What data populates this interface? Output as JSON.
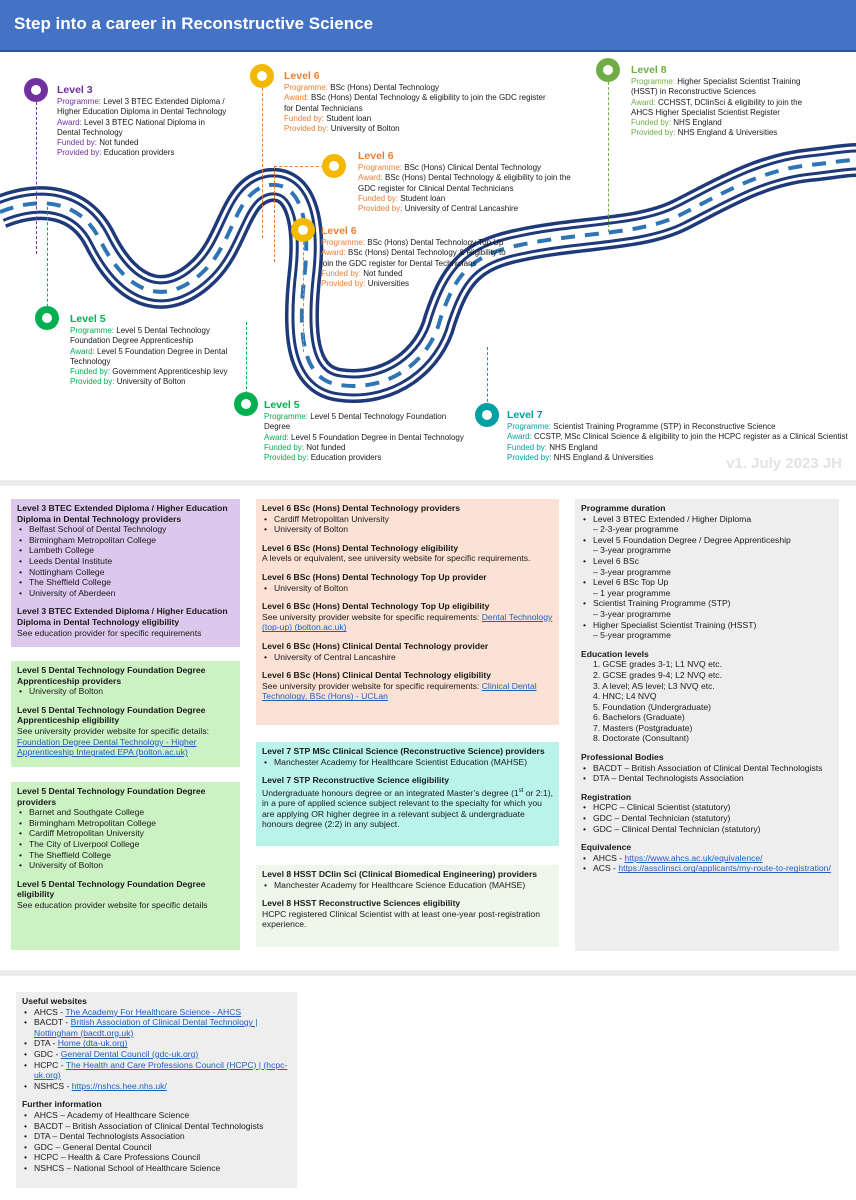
{
  "header": {
    "title": "Step into a career in Reconstructive Science"
  },
  "milestones": {
    "l3": {
      "level": "Level 3",
      "programme_k": "Programme:",
      "programme": "Level 3 BTEC Extended Diploma / Higher Education Diploma in Dental Technology",
      "award_k": "Award:",
      "award": "Level 3 BTEC National Diploma in Dental Technology",
      "funded_k": "Funded by:",
      "funded": "Not funded",
      "provided_k": "Provided by:",
      "provided": "Education providers",
      "color": "#7030a0"
    },
    "l6a": {
      "level": "Level 6",
      "programme_k": "Programme:",
      "programme": "BSc (Hons) Dental Technology",
      "award_k": "Award:",
      "award": "BSc (Hons) Dental Technology & eligibility to join the GDC register for Dental Technicians",
      "funded_k": "Funded by:",
      "funded": "Student loan",
      "provided_k": "Provided by:",
      "provided": "University of Bolton",
      "color": "#ed7d31"
    },
    "l8": {
      "level": "Level 8",
      "programme_k": "Programme:",
      "programme": "Higher Specialist Scientist Training (HSST) in Reconstructive Sciences",
      "award_k": "Award:",
      "award": "CCHSST, DClinSci & eligibility to join the AHCS Higher Specialist Scientist Register",
      "funded_k": "Funded by:",
      "funded": "NHS England",
      "provided_k": "Provided by:",
      "provided": "NHS England & Universities",
      "color": "#70ad47"
    },
    "l6b": {
      "level": "Level 6",
      "programme_k": "Programme:",
      "programme": "BSc (Hons) Clinical Dental Technology",
      "award_k": "Award:",
      "award": "BSc (Hons) Dental Technology & eligibility to join the GDC register for Clinical Dental Technicians",
      "funded_k": "Funded by:",
      "funded": "Student loan",
      "provided_k": "Provided by:",
      "provided": "University of Central Lancashire",
      "color": "#ed7d31"
    },
    "l6c": {
      "level": "Level 6",
      "programme_k": "Programme:",
      "programme": "BSc (Hons) Dental Technology Top Up",
      "award_k": "Award:",
      "award": "BSc (Hons) Dental Technology & eligibility to join the GDC register for Dental Technicians",
      "funded_k": "Funded by:",
      "funded": "Not funded",
      "provided_k": "Provided by:",
      "provided": "Universities",
      "color": "#ed7d31"
    },
    "l5a": {
      "level": "Level 5",
      "programme_k": "Programme:",
      "programme": "Level 5 Dental Technology Foundation Degree Apprenticeship",
      "award_k": "Award:",
      "award": "Level 5 Foundation Degree in Dental Technology",
      "funded_k": "Funded by:",
      "funded": "Government Apprenticeship levy",
      "provided_k": "Provided by:",
      "provided": "University of Bolton",
      "color": "#00b050"
    },
    "l5b": {
      "level": "Level 5",
      "programme_k": "Programme:",
      "programme": "Level 5 Dental Technology Foundation Degree",
      "award_k": "Award:",
      "award": "Level 5 Foundation Degree in Dental Technology",
      "funded_k": "Funded by:",
      "funded": "Not funded",
      "provided_k": "Provided by:",
      "provided": "Education providers",
      "color": "#00b050"
    },
    "l7": {
      "level": "Level 7",
      "programme_k": "Programme:",
      "programme": "Scientist Training Programme (STP) in Reconstructive Science",
      "award_k": "Award:",
      "award": "CCSTP, MSc Clinical Science & eligibility to join the HCPC register as a Clinical Scientist",
      "funded_k": "Funded by:",
      "funded": "NHS England",
      "provided_k": "Provided by:",
      "provided": "NHS England & Universities",
      "color": "#00a0a0"
    }
  },
  "version": "v1. July 2023  JH",
  "purple_box": {
    "h1": "Level 3 BTEC Extended Diploma / Higher Education Diploma in Dental Technology providers",
    "providers": [
      "Belfast School of Dental Technology",
      "Birmingham Metropolitan College",
      "Lambeth College",
      "Leeds Dental Institute",
      "Nottingham College",
      "The Sheffield College",
      "University of Aberdeen"
    ],
    "h2": "Level 3 BTEC Extended Diploma / Higher Education Diploma in Dental Technology eligibility",
    "p2": "See education provider for specific requirements"
  },
  "green_box1": {
    "h1": "Level 5 Dental Technology Foundation Degree Apprenticeship providers",
    "providers": [
      "University of Bolton"
    ],
    "h2": "Level 5 Dental Technology Foundation Degree Apprenticeship eligibility",
    "p2": "See university provider website for specific details:",
    "link": "Foundation Degree Dental Technology - Higher Apprenticeship Integrated EPA (bolton.ac.uk)"
  },
  "green_box2": {
    "h1": "Level 5 Dental Technology Foundation Degree providers",
    "providers": [
      "Barnet and Southgate College",
      "Birmingham Metropolitan College",
      "Cardiff Metropolitan University",
      "The City of Liverpool College",
      "The Sheffield College",
      "University of Bolton"
    ],
    "h2": "Level 5 Dental Technology Foundation Degree eligibility",
    "p2": "See education provider website for specific details"
  },
  "orange_box": {
    "h1": "Level 6 BSc (Hons) Dental Technology providers",
    "p1": [
      "Cardiff Metropolitan University",
      "University of Bolton"
    ],
    "h2": "Level 6 BSc (Hons) Dental Technology eligibility",
    "p2": "A levels or equivalent, see university website for specific requirements.",
    "h3": "Level 6 BSc (Hons) Dental Technology Top Up provider",
    "p3": [
      "University of Bolton"
    ],
    "h4": "Level 6 BSc (Hons) Dental Technology Top Up eligibility",
    "p4": "See university provider website for specific requirements:",
    "link4": "Dental Technology (top-up) (bolton.ac.uk)",
    "h5": "Level 6 BSc (Hons) Clinical Dental Technology provider",
    "p5": [
      "University of Central Lancashire"
    ],
    "h6": "Level 6 BSc (Hons) Clinical Dental Technology eligibility",
    "p6": "See university provider website for specific requirements:",
    "link6": "Clinical Dental Technology, BSc (Hons) - UCLan"
  },
  "teal_box": {
    "h1": "Level 7 STP MSc Clinical Science (Reconstructive Science) providers",
    "p1": [
      "Manchester Academy for Healthcare Scientist Education (MAHSE)"
    ],
    "h2": "Level 7 STP Reconstructive Science eligibility",
    "p2a": "Undergraduate honours degree or an integrated Master’s degree (1",
    "sup1": "st",
    "p2b": " or 2:1), in a pure of applied science subject relevant to the specialty for which you are applying OR higher degree in a relevant subject & undergraduate honours degree (2:2) in any subject."
  },
  "lightgreen_box": {
    "h1": "Level 8 HSST DClin Sci (Clinical Biomedical Engineering) providers",
    "p1": [
      "Manchester Academy for Healthcare Science Education (MAHSE)"
    ],
    "h2": "Level 8 HSST Reconstructive Sciences eligibility",
    "p2": "HCPC registered Clinical Scientist with at least one-year post-registration experience."
  },
  "grey_box": {
    "h_duration": "Programme duration",
    "duration": [
      {
        "name": "Level 3 BTEC Extended / Higher Diploma",
        "dur": "– 2-3-year programme"
      },
      {
        "name": "Level 5 Foundation Degree / Degree Apprenticeship",
        "dur": "– 3-year programme"
      },
      {
        "name": "Level 6 BSc",
        "dur": "– 3-year programme"
      },
      {
        "name": "Level 6 BSc Top Up",
        "dur": "– 1 year programme"
      },
      {
        "name": "Scientist Training Programme (STP)",
        "dur": "– 3-year programme"
      },
      {
        "name": "Higher Specialist Scientist Training (HSST)",
        "dur": "– 5-year programme"
      }
    ],
    "h_levels": "Education levels",
    "levels": [
      "1.   GCSE grades 3-1; L1 NVQ etc.",
      "2.   GCSE grades 9-4; L2 NVQ etc.",
      "3.   A level; AS level; L3 NVQ etc.",
      "4.   HNC; L4 NVQ",
      "5.   Foundation (Undergraduate)",
      "6.   Bachelors (Graduate)",
      "7.   Masters (Postgraduate)",
      "8.   Doctorate (Consultant)"
    ],
    "h_bodies": "Professional Bodies",
    "bodies": [
      "BACDT – British Association of Clinical Dental Technologists",
      "DTA – Dental Technologists Association"
    ],
    "h_registration": "Registration",
    "registration": [
      "HCPC – Clinical Scientist (statutory)",
      "GDC – Dental Technician (statutory)",
      "GDC – Clinical Dental Technician (statutory)"
    ],
    "h_equivalence": "Equivalence",
    "eq1_pre": "AHCS - ",
    "eq1_link": "https://www.ahcs.ac.uk/equivalence/",
    "eq2_pre": "ACS - ",
    "eq2_link": "https://assclinsci.org/applicants/my-route-to-registration/"
  },
  "footer_box": {
    "h_websites": "Useful websites",
    "websites": [
      {
        "pre": "AHCS - ",
        "link": "The Academy For Healthcare Science - AHCS"
      },
      {
        "pre": "BACDT - ",
        "link": "British Association of Clinical Dental Technology | Nottingham (bacdt.org.uk)"
      },
      {
        "pre": "DTA - ",
        "link": "Home (dta-uk.org)"
      },
      {
        "pre": "GDC - ",
        "link": "General Dental Council (gdc-uk.org)"
      },
      {
        "pre": "HCPC - ",
        "link": "The Health and Care Professions Council (HCPC) | (hcpc-uk.org)"
      },
      {
        "pre": "NSHCS - ",
        "link": "https://nshcs.hee.nhs.uk/"
      }
    ],
    "h_further": "Further information",
    "further": [
      "AHCS – Academy of Healthcare Science",
      "BACDT – British Association of Clinical Dental Technologists",
      "DTA – Dental Technologists Association",
      "GDC – General Dental Council",
      "HCPC – Health & Care Professions Council",
      "NSHCS – National School of Healthcare Science"
    ]
  }
}
